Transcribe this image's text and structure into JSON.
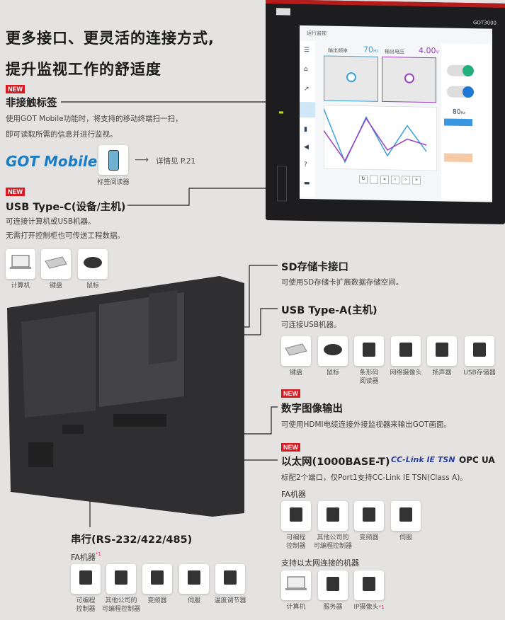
{
  "title": {
    "line1": "更多接口、更灵活的连接方式,",
    "line2": "提升监视工作的舒适度"
  },
  "new_badge": "NEW",
  "nfc": {
    "heading": "非接触标签",
    "desc1": "使用GOT Mobile功能时，将支持的移动终端扫一扫，",
    "desc2": "即可读取所需的信息并进行监视。",
    "logo": "GOT Mobile",
    "device_label": "标签阅读器",
    "ref": "详情见 P.21"
  },
  "usbc": {
    "heading": "USB Type-C(设备/主机)",
    "desc1": "可连接计算机或USB机器。",
    "desc2": "无需打开控制柜也可传送工程数据。",
    "items": [
      "计算机",
      "键盘",
      "鼠标"
    ]
  },
  "sd": {
    "heading": "SD存储卡接口",
    "desc": "可使用SD存储卡扩展数据存储空间。"
  },
  "usba": {
    "heading": "USB Type-A(主机)",
    "desc": "可连接USB机器。",
    "items": [
      "键盘",
      "鼠标",
      "条形码\n阅读器",
      "网络摄像头",
      "扬声器",
      "USB存储器"
    ]
  },
  "hdmi": {
    "heading": "数字图像输出",
    "desc": "可使用HDMI电缆连接外接监视器来输出GOT画面。"
  },
  "ethernet": {
    "heading": "以太网(1000BASE-T)",
    "logo1": "CC-Link IE TSN",
    "logo2": "OPC UA",
    "desc": "标配2个端口，仅Port1支持CC-Link IE TSN(Class A)。",
    "fa_title": "FA机器",
    "fa_items": [
      "可编程\n控制器",
      "其他公司的\n可编程控制器",
      "变频器",
      "伺服"
    ],
    "eth_title": "支持以太网连接的机器",
    "eth_items": [
      "计算机",
      "服务器",
      "IP摄像头"
    ],
    "note": "*1"
  },
  "serial": {
    "heading": "串行(RS-232/422/485)",
    "fa_title": "FA机器",
    "note": "*1",
    "items": [
      "可编程\n控制器",
      "其他公司的\n可编程控制器",
      "变频器",
      "伺服",
      "温度调节器"
    ]
  },
  "screen": {
    "model": "GOT3000",
    "title": "运行监视",
    "freq_label": "输出频率",
    "freq_value": "70",
    "freq_unit": "Hz",
    "volt_label": "输出电压",
    "volt_value": "4.00",
    "volt_unit": "V",
    "set_value": "80",
    "set_unit": "Hz"
  },
  "colors": {
    "accent": "#d71920",
    "blue": "#3aa0dc",
    "purple": "#9b3fc0"
  }
}
